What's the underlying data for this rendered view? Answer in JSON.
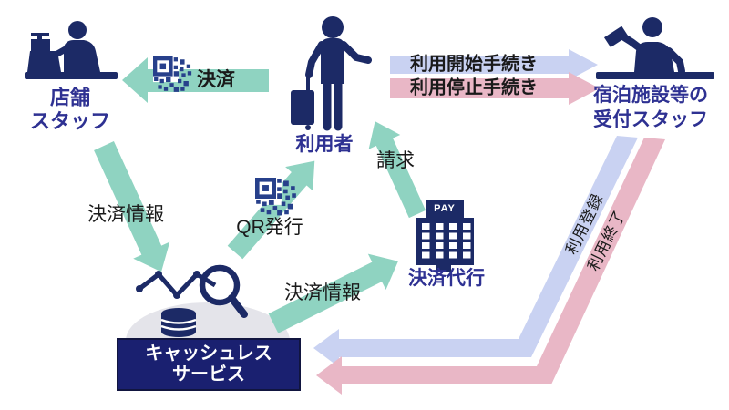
{
  "colors": {
    "teal": "#8fd3c1",
    "lavender": "#c9d2f2",
    "pink": "#e9b7c6",
    "navy_icon": "#1c2a66",
    "qr_navy": "#27408b",
    "label_blue": "#2e3192",
    "box_navy": "#1a2070",
    "text_black": "#1a1a1a",
    "ellipse_gray": "#e4e4ea",
    "white": "#ffffff"
  },
  "nodes": {
    "store_staff": {
      "line1": "店舗",
      "line2": "スタッフ"
    },
    "user": {
      "label": "利用者"
    },
    "reception_staff": {
      "line1": "宿泊施設等の",
      "line2": "受付スタッフ"
    },
    "payment_agent": {
      "label": "決済代行",
      "sign": "PAY"
    },
    "cashless_service": {
      "line1": "キャッシュレス",
      "line2": "サービス"
    }
  },
  "flows": {
    "payment": {
      "label": "決済"
    },
    "usage_start": {
      "label": "利用開始手続き"
    },
    "usage_stop": {
      "label": "利用停止手続き"
    },
    "payment_info_store": {
      "label": "決済情報"
    },
    "qr_issue": {
      "label": "QR発行"
    },
    "billing": {
      "label": "請求"
    },
    "payment_info_agent": {
      "label": "決済情報"
    },
    "usage_register": {
      "label": "利用登録"
    },
    "usage_end": {
      "label": "利用終了"
    }
  }
}
